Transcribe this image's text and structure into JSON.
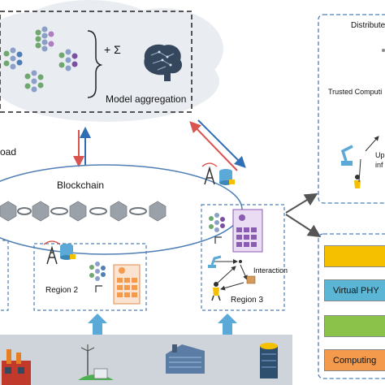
{
  "cloud": {
    "aggregation_symbol": "+ Σ",
    "aggregation_label": "Model aggregation",
    "upload_label": "oad"
  },
  "blockchain": {
    "label": "Blockchain"
  },
  "regions": {
    "region2": {
      "label": "Region 2"
    },
    "region3": {
      "label": "Region 3",
      "interaction_label": "Interaction"
    }
  },
  "right_panel": {
    "top_label": "Distribute",
    "trusted_label": "Trusted Computi",
    "update_label_line1": "Up",
    "update_label_line2": "inf",
    "layers": [
      {
        "label": "",
        "color": "#f5c000"
      },
      {
        "label": "Virtual PHY",
        "color": "#5bb6d6"
      },
      {
        "label": "",
        "color": "#8bc34a"
      },
      {
        "label": "Computing",
        "color": "#f39a4d"
      }
    ]
  },
  "colors": {
    "dashed_blue": "#4f7fb5",
    "arrow_up_blue": "#5aa9d6",
    "arrow_red": "#d9534f",
    "arrow_blue": "#2f6db4",
    "cloud": "#e9edf2",
    "ground": "#cfd4da"
  }
}
